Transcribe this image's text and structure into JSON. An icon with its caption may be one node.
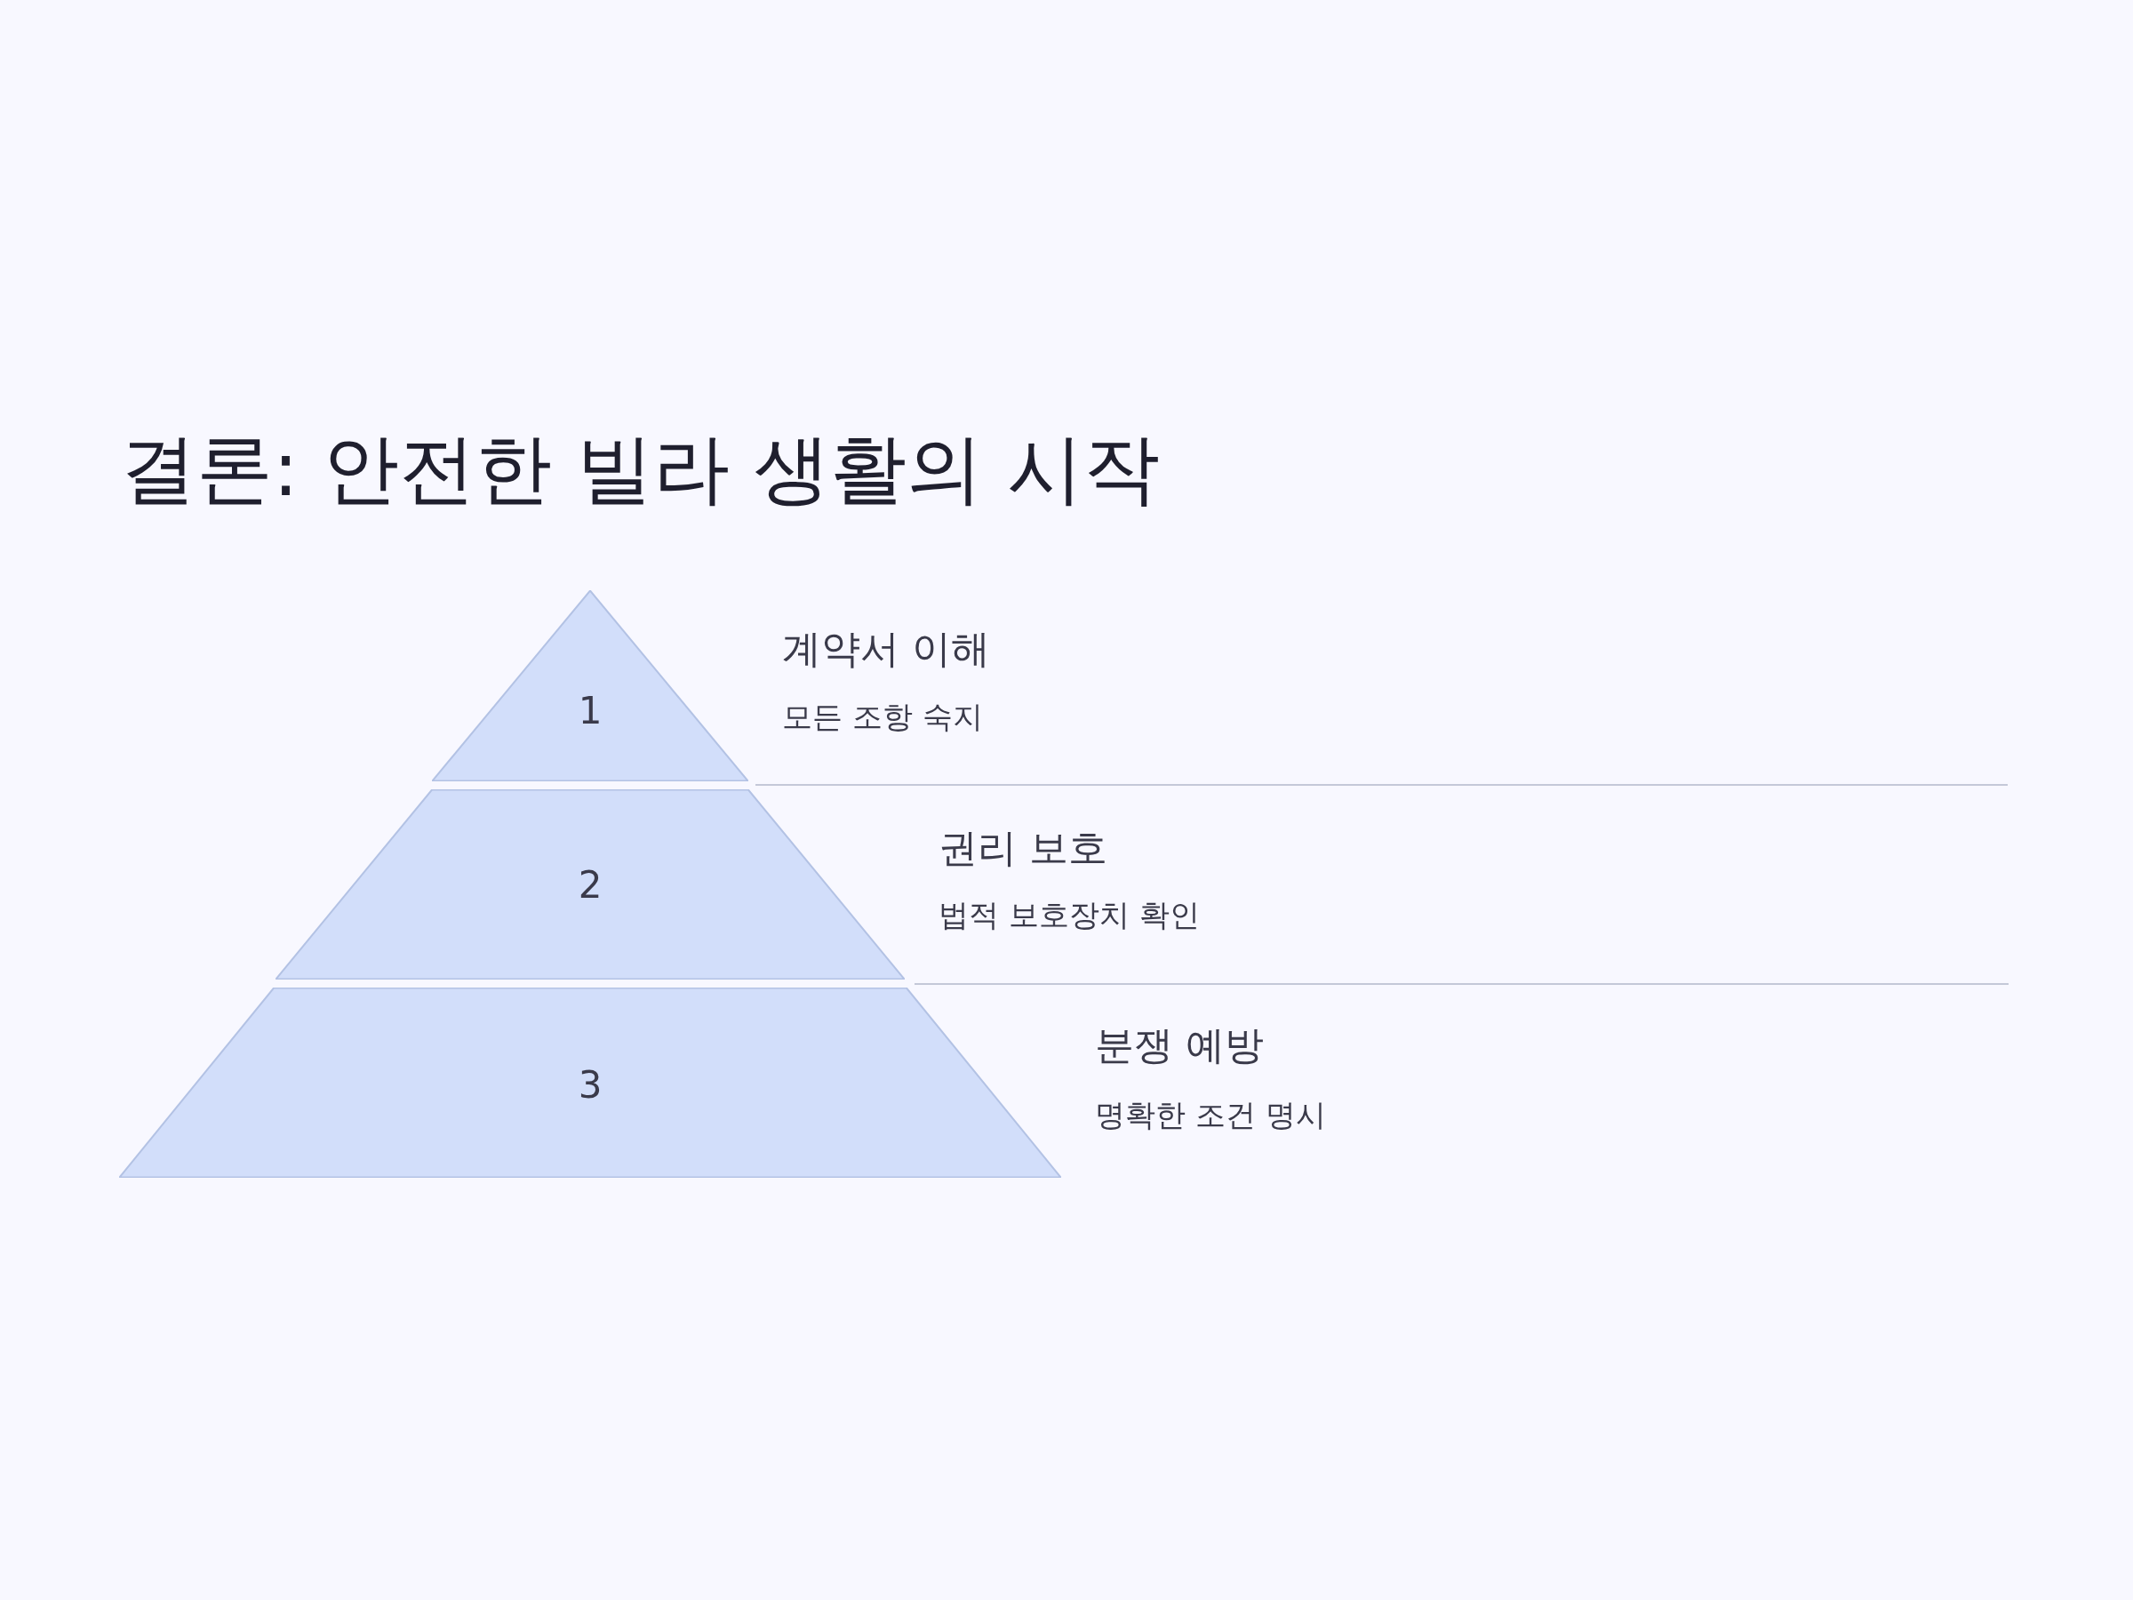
{
  "diagram": {
    "title": "결론: 안전한 빌라 생활의 시작",
    "nodes": [
      {
        "text": [
          "1"
        ],
        "beside": [
          "계약서 이해",
          "모든 조항 숙지"
        ]
      },
      {
        "text": [
          "2"
        ],
        "beside": [
          "권리 보호",
          "법적 보호장치 확인"
        ]
      },
      {
        "text": [
          "3"
        ],
        "beside": [
          "분쟁 예방",
          "명확한 조건 명시"
        ]
      }
    ],
    "edges": []
  }
}
